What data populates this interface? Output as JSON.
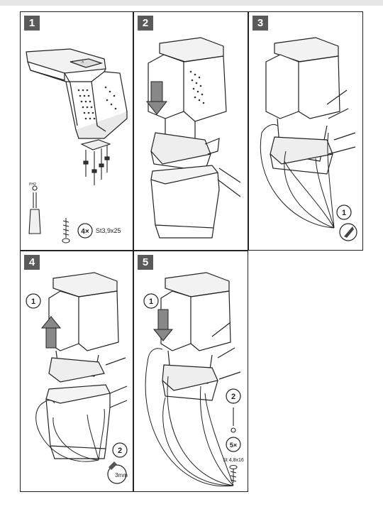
{
  "steps": [
    {
      "number": "1",
      "qty": "4×",
      "screw": "St3,9x25",
      "tool": "PH2"
    },
    {
      "number": "2"
    },
    {
      "number": "3",
      "callout": "1"
    },
    {
      "number": "4",
      "callout1": "1",
      "callout2": "2",
      "drill": "3mm"
    },
    {
      "number": "5",
      "callout1": "1",
      "callout2": "2",
      "qty": "5×",
      "screw": "St 4,8x16"
    }
  ]
}
